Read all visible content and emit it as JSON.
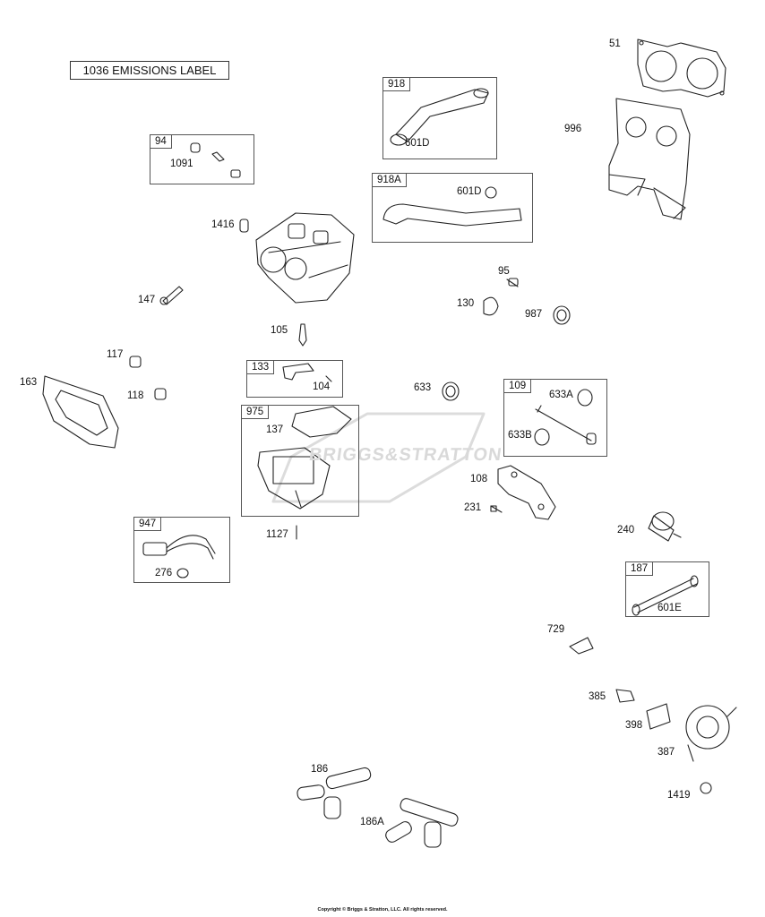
{
  "emissions_label": "1036 EMISSIONS LABEL",
  "watermark": "BRIGGS&STRATTON",
  "copyright": "Copyright © Briggs & Stratton, LLC. All rights reserved.",
  "callouts": {
    "p51": "51",
    "p996": "996",
    "p1416": "1416",
    "p147": "147",
    "p105": "105",
    "p117": "117",
    "p163": "163",
    "p118": "118",
    "p137": "137",
    "p104": "104",
    "p95": "95",
    "p130": "130",
    "p987": "987",
    "p633": "633",
    "p633a": "633A",
    "p633b": "633B",
    "p108": "108",
    "p231": "231",
    "p240": "240",
    "p1127": "1127",
    "p276": "276",
    "p601e": "601E",
    "p729": "729",
    "p385": "385",
    "p398": "398",
    "p387": "387",
    "p1419": "1419",
    "p186": "186",
    "p186a": "186A",
    "p1091": "1091",
    "p601d_a": "601D",
    "p601d_b": "601D"
  },
  "boxes": {
    "b918": "918",
    "b94": "94",
    "b918a": "918A",
    "b133": "133",
    "b975": "975",
    "b109": "109",
    "b947": "947",
    "b187": "187"
  }
}
